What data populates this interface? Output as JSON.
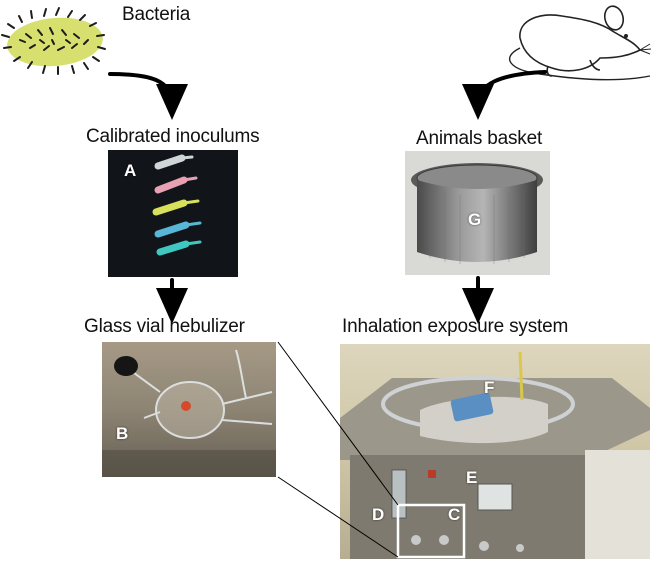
{
  "labels": {
    "bacteria": "Bacteria",
    "inoculums": "Calibrated inoculums",
    "nebulizer": "Glass vial nebulizer",
    "basket": "Animals basket",
    "exposure": "Inhalation exposure system"
  },
  "panel_letters": {
    "a": "A",
    "b": "B",
    "c": "C",
    "d": "D",
    "e": "E",
    "f": "F",
    "g": "G"
  },
  "colors": {
    "bacteria_body": "#d7df6f",
    "bacteria_flagella": "#1c1c1c",
    "arrow": "#000000",
    "tube_pink": "#e8a0b4",
    "tube_yellow": "#d6e05a",
    "tube_blue": "#58b6d6",
    "tube_teal": "#3fc7c2"
  }
}
